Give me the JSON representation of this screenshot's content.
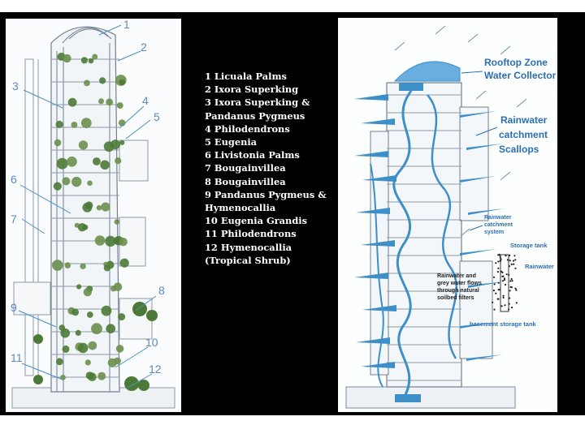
{
  "legend": {
    "items": [
      "1 Licuala Palms",
      "2 Ixora Superking",
      "3 Ixora Superking &",
      "Pandanus Pygmeus",
      "4 Philodendrons",
      "5 Eugenia",
      "6 Livistonia Palms",
      "7 Bougainvillea",
      "8 Bougainvillea",
      "9 Pandanus Pygmeus &",
      "Hymenocallia",
      "10 Eugenia Grandis",
      "11 Philodendrons",
      "12 Hymenocallia",
      "(Tropical Shrub)"
    ]
  },
  "left_diagram": {
    "callouts": [
      "1",
      "2",
      "3",
      "4",
      "5",
      "6",
      "7",
      "8",
      "9",
      "10",
      "11",
      "12"
    ]
  },
  "right_diagram": {
    "labels": {
      "rooftop": [
        "Rooftop Zone",
        "Water Collector"
      ],
      "scallops": [
        "Rainwater",
        "catchment",
        "Scallops"
      ],
      "catchment_system": [
        "Rainwater",
        "catchment",
        "system"
      ],
      "storage_tank": "Storage tank",
      "rainwater": "Rainwater",
      "greywater": [
        "Rainwater and",
        "grey water flows",
        "through natural",
        "soilbed filters"
      ],
      "basement": "basement storage tank"
    }
  },
  "colors": {
    "water_blue": "#3e8fc8",
    "label_blue": "#2b6fb3",
    "plant_green": "#4c7a36",
    "line_gray": "#6f7f8f"
  }
}
